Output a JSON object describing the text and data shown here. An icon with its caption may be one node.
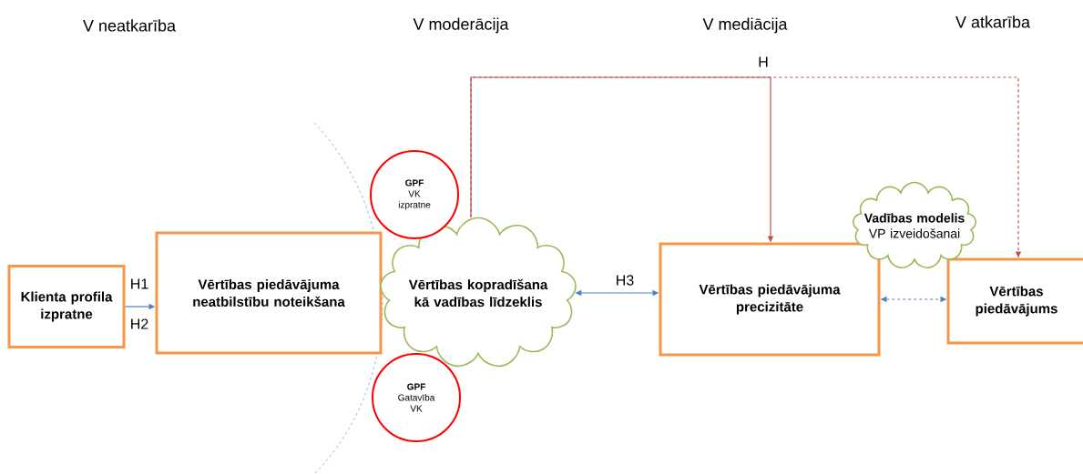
{
  "diagram": {
    "nodes": [
      {
        "text": [
          "Klienta profila izpratne"
        ]
      },
      {
        "text": [
          "Vērtības piedāvājuma neatbilstību noteikšana"
        ]
      },
      {
        "text": [
          "GPF",
          "VK izpratne"
        ]
      },
      {
        "text": [
          "Vērtības kopradīšana kā vadības līdzeklis"
        ]
      },
      {
        "text": [
          "GPF",
          "Gatavība VK"
        ]
      },
      {
        "text": [
          "Vērtības piedāvājuma precizitāte"
        ]
      },
      {
        "text": [
          "Vadības modelis",
          "VP izveidošanai"
        ]
      },
      {
        "text": [
          "Vērtības piedāvājums"
        ]
      }
    ],
    "edges": [
      {
        "from": 0,
        "to": 1,
        "arrow": "to",
        "label": "H1"
      },
      {
        "from": 3,
        "to": 5,
        "arrow": "both",
        "label": "H3"
      },
      {
        "from": 3,
        "to": 5,
        "arrow": "to",
        "label": "H",
        "color": "#c0504d"
      },
      {
        "from": 3,
        "to": 7,
        "arrow": "to",
        "style": "dashed",
        "color": "#c0504d"
      },
      {
        "from": 5,
        "to": 7,
        "arrow": "both",
        "style": "dashed"
      }
    ],
    "labels": [
      "V neatkarība",
      "V moderācija",
      "V mediācija",
      "V atkarība",
      "H2"
    ]
  }
}
